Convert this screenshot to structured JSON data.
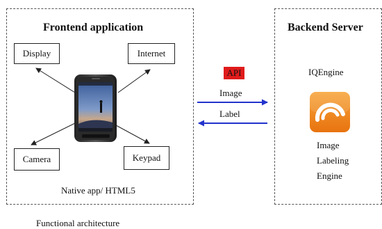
{
  "frontend": {
    "title": "Frontend application",
    "boxes": {
      "display": "Display",
      "internet": "Internet",
      "camera": "Camera",
      "keypad": "Keypad"
    },
    "footer": "Native app/ HTML5"
  },
  "backend": {
    "title": "Backend Server",
    "service": "IQEngine",
    "engine_lines": [
      "Image",
      "Labeling",
      "Engine"
    ]
  },
  "connection": {
    "api_label": "API",
    "request_label": "Image",
    "response_label": "Label",
    "colors": {
      "api_badge": "#e01b1b",
      "arrows": "#2233cc",
      "logo": "#f08a1a"
    }
  },
  "caption": "Functional architecture"
}
